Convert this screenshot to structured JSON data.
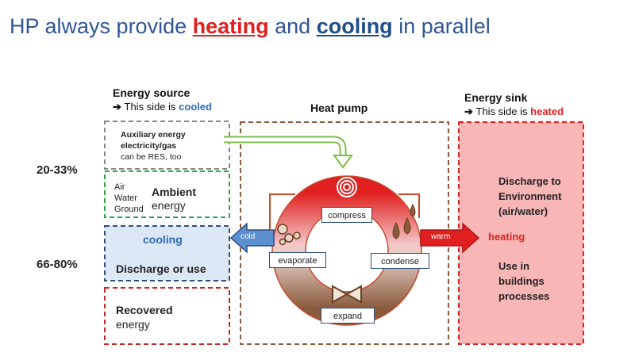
{
  "title": {
    "prefix": "HP always provide ",
    "heating": "heating",
    "middle": " and ",
    "cooling": "cooling",
    "suffix": " in parallel"
  },
  "source": {
    "header": "Energy source",
    "note_prefix": "This side is ",
    "note_word": "cooled",
    "aux": [
      "Auxiliary energy",
      "electricity/gas",
      "can be RES, too"
    ],
    "ambient_small": [
      "Air",
      "Water",
      "Ground"
    ],
    "ambient_big": [
      "Ambient",
      "energy"
    ],
    "cooling_label": "cooling",
    "discharge_label": "Discharge or use",
    "recovered": [
      "Recovered",
      "energy"
    ]
  },
  "percentages": {
    "upper": "20-33%",
    "lower": "66-80%"
  },
  "heat_pump": {
    "header": "Heat pump",
    "steps": {
      "compress": "compress",
      "evaporate": "evaporate",
      "condense": "condense",
      "expand": "expand"
    },
    "cold_arrow": "cold",
    "warm_arrow": "warm"
  },
  "sink": {
    "header": "Energy sink",
    "note_prefix": "This side is ",
    "note_word": "heated",
    "discharge_env": [
      "Discharge to",
      "Environment",
      "(air/water)"
    ],
    "heating_label": "heating",
    "use": [
      "Use in",
      "buildings",
      "processes"
    ]
  },
  "colors": {
    "title_blue": "#2f5597",
    "heat_red": "#e02020",
    "cool_blue": "#2f6bb5",
    "sink_fill": "#f9b6b6",
    "cool_fill": "#dce8f5"
  }
}
